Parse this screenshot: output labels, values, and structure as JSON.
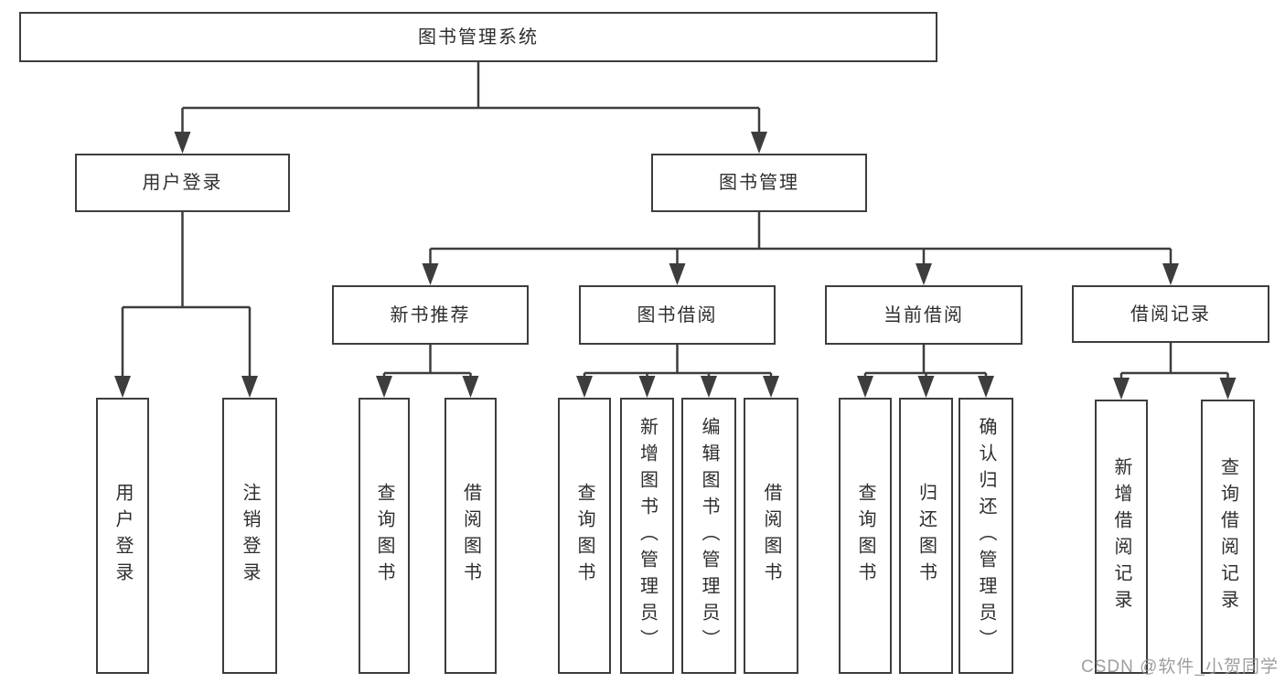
{
  "diagram": {
    "type": "tree",
    "root": {
      "id": "system",
      "label": "图书管理系统",
      "children": [
        {
          "id": "user-login",
          "label": "用户登录",
          "children": [
            {
              "id": "login-1",
              "label": "用户登录"
            },
            {
              "id": "login-2",
              "label": "注销登录"
            }
          ]
        },
        {
          "id": "book-mgmt",
          "label": "图书管理",
          "children": [
            {
              "id": "new-book",
              "label": "新书推荐",
              "children": [
                {
                  "id": "nb-1",
                  "label": "查询图书"
                },
                {
                  "id": "nb-2",
                  "label": "借阅图书"
                }
              ]
            },
            {
              "id": "book-borrow",
              "label": "图书借阅",
              "children": [
                {
                  "id": "bb-1",
                  "label": "查询图书"
                },
                {
                  "id": "bb-2",
                  "label": "新增图书（管理员）"
                },
                {
                  "id": "bb-3",
                  "label": "编辑图书（管理员）"
                },
                {
                  "id": "bb-4",
                  "label": "借阅图书"
                }
              ]
            },
            {
              "id": "current-borrow",
              "label": "当前借阅",
              "children": [
                {
                  "id": "cb-1",
                  "label": "查询图书"
                },
                {
                  "id": "cb-2",
                  "label": "归还图书"
                },
                {
                  "id": "cb-3",
                  "label": "确认归还（管理员）"
                }
              ]
            },
            {
              "id": "borrow-record",
              "label": "借阅记录",
              "children": [
                {
                  "id": "br-1",
                  "label": "新增借阅记录"
                },
                {
                  "id": "br-2",
                  "label": "查询借阅记录"
                }
              ]
            }
          ]
        }
      ]
    }
  },
  "watermark": {
    "text": "CSDN @软件_小贺同学"
  },
  "colors": {
    "line": "#3d3d3d",
    "text": "#2e2e2e",
    "background": "#ffffff",
    "watermark": "#949494"
  }
}
